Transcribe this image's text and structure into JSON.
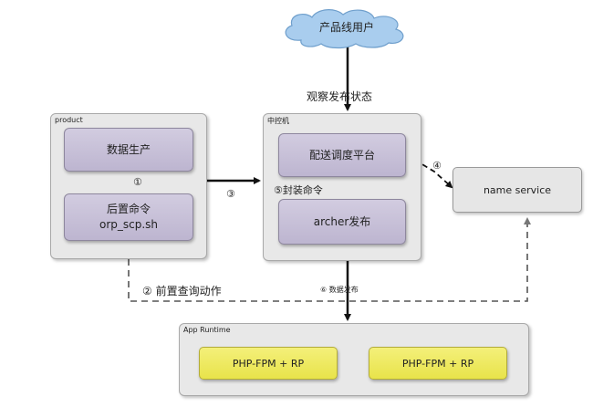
{
  "cloud": {
    "label": "产品线用户"
  },
  "labels": {
    "observe": "观察发布状态",
    "step1": "①",
    "step2": "② 前置查询动作",
    "step3": "③",
    "step4": "④",
    "step5": "⑤封装命令",
    "step6": "⑥ 数据发布"
  },
  "product": {
    "label": "product",
    "data_gen": "数据生产",
    "post_cmd": "后置命令",
    "post_cmd_file": "orp_scp.sh"
  },
  "control": {
    "label": "中控机",
    "dispatch": "配送调度平台",
    "archer": "archer发布"
  },
  "name_service": {
    "label": "name service"
  },
  "runtime": {
    "label": "App Runtime",
    "php1": "PHP-FPM + RP",
    "php2": "PHP-FPM + RP"
  },
  "colors": {
    "cloud": "#a9cdee",
    "node": "#c9c2da",
    "php": "#efea60",
    "group": "#e8e8e8"
  }
}
